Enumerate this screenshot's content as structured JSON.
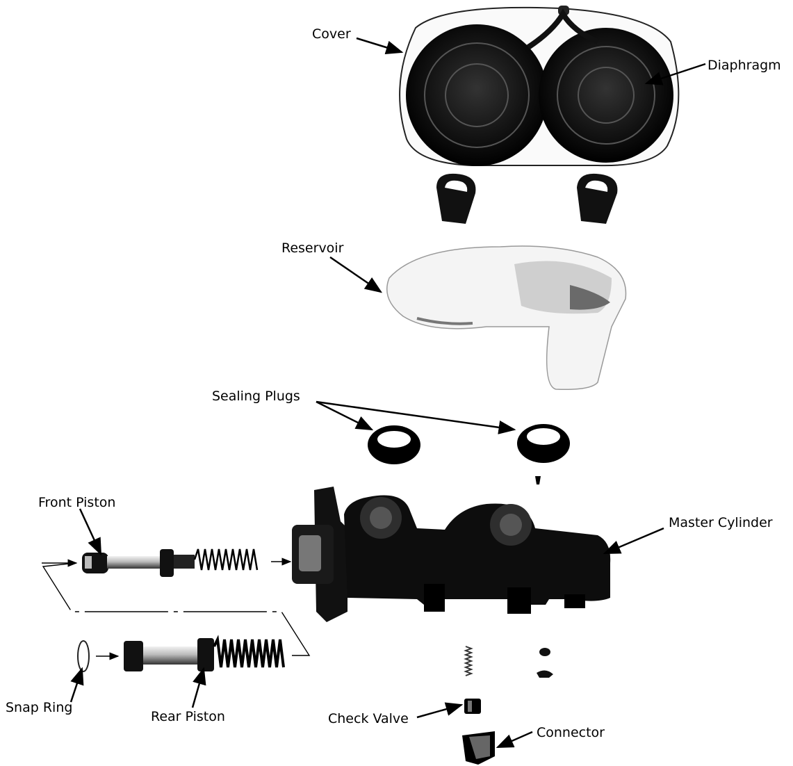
{
  "labels": {
    "cover": "Cover",
    "diaphragm": "Diaphragm",
    "reservoir": "Reservoir",
    "sealing_plugs": "Sealing Plugs",
    "front_piston": "Front Piston",
    "master_cylinder": "Master Cylinder",
    "snap_ring": "Snap Ring",
    "rear_piston": "Rear Piston",
    "check_valve": "Check Valve",
    "connector": "Connector"
  }
}
